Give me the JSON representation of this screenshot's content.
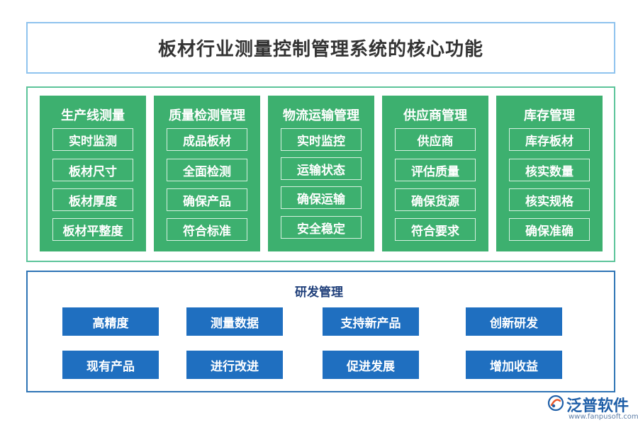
{
  "title": "板材行业测量控制管理系统的核心功能",
  "columns": [
    {
      "title": "生产线测量",
      "items": [
        "实时监测",
        "板材尺寸",
        "板材厚度",
        "板材平整度"
      ]
    },
    {
      "title": "质量检测管理",
      "items": [
        "成品板材",
        "全面检测",
        "确保产品",
        "符合标准"
      ]
    },
    {
      "title": "物流运输管理",
      "items": [
        "实时监控",
        "运输状态",
        "确保运输",
        "安全稳定"
      ]
    },
    {
      "title": "供应商管理",
      "items": [
        "供应商",
        "评估质量",
        "确保货源",
        "符合要求"
      ]
    },
    {
      "title": "库存管理",
      "items": [
        "库存板材",
        "核实数量",
        "核实规格",
        "确保准确"
      ]
    }
  ],
  "rd": {
    "title": "研发管理",
    "row1": [
      "高精度",
      "测量数据",
      "支持新产品",
      "创新研发"
    ],
    "row2": [
      "现有产品",
      "进行改进",
      "促进发展",
      "增加收益"
    ]
  },
  "logo": {
    "name": "泛普软件",
    "url": "www.fanpusoft.com",
    "icon": "fanpu-logo-icon"
  },
  "colors": {
    "green": "#3db06f",
    "blue": "#1f6fc0",
    "title_border": "#8fc3ee",
    "green_border": "#5cc49a",
    "blue_border": "#2e74b5"
  }
}
